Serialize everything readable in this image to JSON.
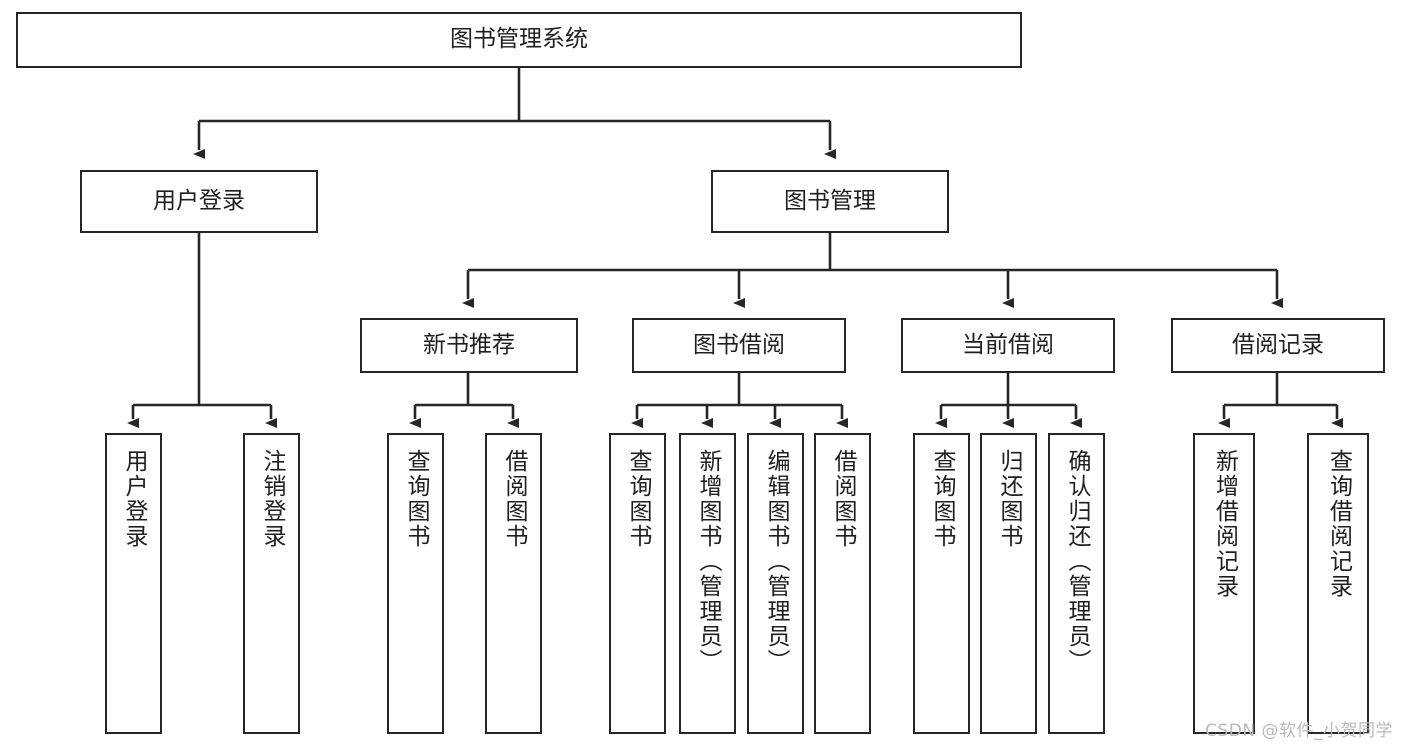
{
  "diagram": {
    "title": "图书管理系统",
    "type": "tree-hierarchy-diagram",
    "watermark": "CSDN @软件_小贺同学",
    "colors": {
      "stroke": "#262626",
      "fill": "#ffffff",
      "text": "#1f1f1f",
      "watermark": "#b9b9b9"
    },
    "root": {
      "label": "图书管理系统"
    },
    "level2": [
      {
        "label": "用户登录"
      },
      {
        "label": "图书管理"
      }
    ],
    "level3": [
      {
        "label": "新书推荐"
      },
      {
        "label": "图书借阅"
      },
      {
        "label": "当前借阅"
      },
      {
        "label": "借阅记录"
      }
    ],
    "leaves": {
      "user_login": [
        {
          "label": "用户登录"
        },
        {
          "label": "注销登录"
        }
      ],
      "new_book_recommend": [
        {
          "label": "查询图书"
        },
        {
          "label": "借阅图书"
        }
      ],
      "book_borrow": [
        {
          "label": "查询图书"
        },
        {
          "label": "新增图书（管理员）"
        },
        {
          "label": "编辑图书（管理员）"
        },
        {
          "label": "借阅图书"
        }
      ],
      "current_borrow": [
        {
          "label": "查询图书"
        },
        {
          "label": "归还图书"
        },
        {
          "label": "确认归还（管理员）"
        }
      ],
      "borrow_record": [
        {
          "label": "新增借阅记录"
        },
        {
          "label": "查询借阅记录"
        }
      ]
    }
  }
}
